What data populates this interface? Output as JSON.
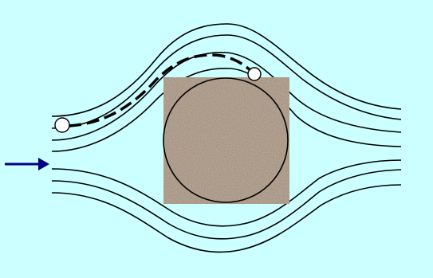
{
  "diagram": {
    "background_color": "#ccffff",
    "stroke_color": "#000000",
    "arrow_color": "#000080",
    "collector_texture_colors": [
      "#9b8572",
      "#b9a48f",
      "#7c6a5a",
      "#d2c3b1",
      "#5f5045"
    ],
    "particle_fill": "#ffffff",
    "elements": {
      "inflow_arrow": "arrow-right-icon",
      "collector": "textured-square-with-circle",
      "trajectory": "dashed-particle-path",
      "streamlines": "flow-lines-around-obstacle",
      "particles": "particle-circle-icon"
    }
  }
}
